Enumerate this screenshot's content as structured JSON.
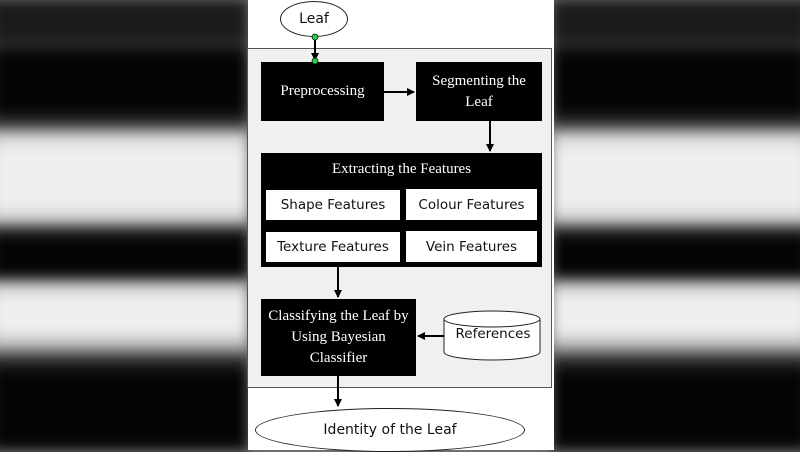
{
  "nodes": {
    "leaf": "Leaf",
    "preprocessing": "Preprocessing",
    "segmenting": "Segmenting the Leaf",
    "extracting": "Extracting the Features",
    "shape": "Shape Features",
    "colour": "Colour Features",
    "texture": "Texture Features",
    "vein": "Vein Features",
    "classifying": "Classifying the Leaf by Using Bayesian Classifier",
    "references": "References",
    "identity": "Identity of the Leaf"
  },
  "colors": {
    "box_fill": "#000000",
    "box_text": "#ffffff",
    "frame_fill": "#f0f0f0",
    "connector_dot": "#2ecc40"
  }
}
